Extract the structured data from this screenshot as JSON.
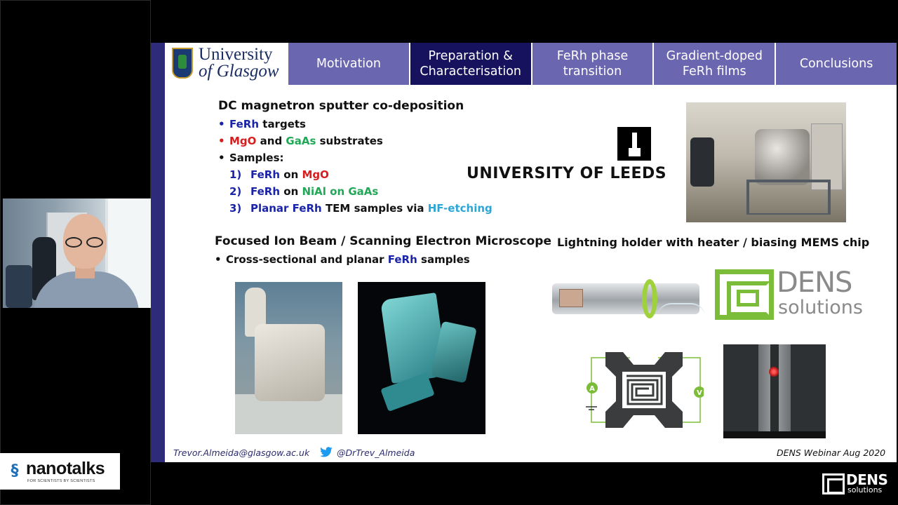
{
  "branding": {
    "nanotalks_word": "nanotalks",
    "nanotalks_tagline": "FOR SCIENTISTS BY SCIENTISTS",
    "dens_word": "DENS",
    "dens_sub": "solutions"
  },
  "slide": {
    "university": {
      "line1": "University",
      "line2": "of Glasgow"
    },
    "tabs": [
      {
        "label": "Motivation",
        "active": false
      },
      {
        "label": "Preparation & Characterisation",
        "active": true
      },
      {
        "label": "FeRh phase transition",
        "active": false
      },
      {
        "label": "Gradient-doped FeRh films",
        "active": false
      },
      {
        "label": "Conclusions",
        "active": false
      }
    ],
    "section1": {
      "heading": "DC magnetron sputter co-deposition",
      "b1": {
        "bullet": "•",
        "em": "FeRh",
        "rest": " targets"
      },
      "b2": {
        "bullet": "•",
        "em1": "MgO",
        "and": " and ",
        "em2": "GaAs",
        "rest": " substrates"
      },
      "b3": {
        "bullet": "•",
        "text": "Samples:"
      },
      "s1": {
        "num": "1)",
        "em1": "FeRh",
        "on": " on ",
        "em2": "MgO"
      },
      "s2": {
        "num": "2)",
        "em1": "FeRh",
        "on": " on ",
        "em2": "NiAl on GaAs"
      },
      "s3": {
        "num": "3)",
        "em1": "Planar FeRh",
        "mid": " TEM samples via ",
        "em2": "HF-etching"
      }
    },
    "leeds_text": "UNIVERSITY OF LEEDS",
    "section2": {
      "heading": "Focused Ion Beam / Scanning Electron Microscope",
      "b1": {
        "bullet": "•",
        "text": "Cross-sectional and planar ",
        "em": "FeRh",
        "rest": " samples"
      }
    },
    "section3_heading": "Lightning holder with heater / biasing MEMS chip",
    "dens_logo": {
      "word": "DENS",
      "sub": "solutions"
    },
    "chip_labels": {
      "left": "A",
      "right": "V"
    },
    "footer": {
      "email": "Trevor.Almeida@glasgow.ac.uk",
      "twitter": "@DrTrev_Almeida",
      "event": "DENS Webinar Aug 2020"
    }
  },
  "colors": {
    "slide_accent": "#2e2b7a",
    "tab": "#6b66b0",
    "tab_active": "#16125e",
    "emphasis_blue": "#1a24a8",
    "emphasis_red": "#d61e1e",
    "emphasis_green": "#21a857",
    "emphasis_cyan": "#2ba6d6",
    "dens_green": "#7bbd39"
  },
  "icons": [
    "twitter-icon",
    "bullet",
    "nanotalks-logo-icon",
    "dens-logo-icon"
  ]
}
